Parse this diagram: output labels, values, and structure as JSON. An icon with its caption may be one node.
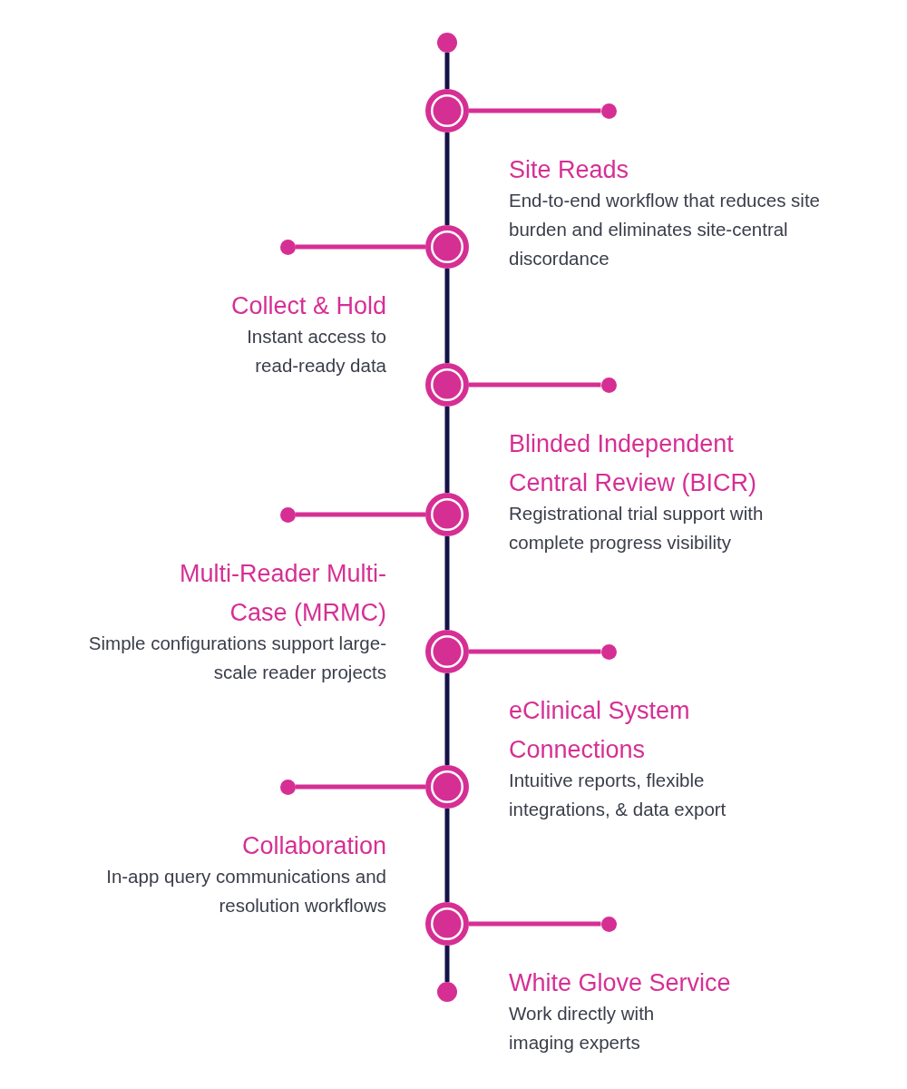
{
  "diagram": {
    "nodes": [
      {
        "text": [],
        "shape": "circle"
      },
      {
        "text": [],
        "shape": "circle",
        "beside": [
          "Site Reads",
          "End-to-end workflow that reduces site burden and eliminates site-central discordance"
        ]
      },
      {
        "text": [],
        "shape": "circle"
      },
      {
        "text": [],
        "shape": "circle",
        "beside": [
          "Collect & Hold",
          "Instant access to read-ready data"
        ]
      },
      {
        "text": [],
        "shape": "circle"
      },
      {
        "text": [],
        "shape": "circle",
        "beside": [
          "Blinded Independent Central Review (BICR)",
          "Registrational trial support with complete progress visibility"
        ]
      },
      {
        "text": [],
        "shape": "circle"
      },
      {
        "text": [],
        "shape": "circle",
        "beside": [
          "Multi-Reader Multi-Case (MRMC)",
          "Simple configurations support large-scale reader projects"
        ]
      },
      {
        "text": [],
        "shape": "circle"
      },
      {
        "text": [],
        "shape": "circle",
        "beside": [
          "eClinical System Connections",
          "Intuitive reports, flexible integrations, & data export"
        ]
      },
      {
        "text": [],
        "shape": "circle"
      },
      {
        "text": [],
        "shape": "circle",
        "beside": [
          "Collaboration",
          "In-app query communications and resolution workflows"
        ]
      },
      {
        "text": [],
        "shape": "circle"
      },
      {
        "text": [],
        "shape": "circle",
        "beside": [
          "White Glove Service",
          "Work directly with imaging experts"
        ]
      },
      {
        "text": [],
        "shape": "circle"
      },
      {
        "text": [],
        "shape": "circle"
      }
    ],
    "edges": [
      {
        "from": 0,
        "to": 1,
        "arrow": "none"
      },
      {
        "from": 1,
        "to": 2,
        "arrow": "none",
        "color": "#d62f94"
      },
      {
        "from": 1,
        "to": 3,
        "arrow": "none"
      },
      {
        "from": 3,
        "to": 4,
        "arrow": "none",
        "color": "#d62f94"
      },
      {
        "from": 3,
        "to": 5,
        "arrow": "none"
      },
      {
        "from": 5,
        "to": 6,
        "arrow": "none",
        "color": "#d62f94"
      },
      {
        "from": 5,
        "to": 7,
        "arrow": "none"
      },
      {
        "from": 7,
        "to": 8,
        "arrow": "none",
        "color": "#d62f94"
      },
      {
        "from": 7,
        "to": 9,
        "arrow": "none"
      },
      {
        "from": 9,
        "to": 10,
        "arrow": "none",
        "color": "#d62f94"
      },
      {
        "from": 9,
        "to": 11,
        "arrow": "none"
      },
      {
        "from": 11,
        "to": 12,
        "arrow": "none",
        "color": "#d62f94"
      },
      {
        "from": 11,
        "to": 13,
        "arrow": "none"
      },
      {
        "from": 13,
        "to": 14,
        "arrow": "none",
        "color": "#d62f94"
      },
      {
        "from": 13,
        "to": 15,
        "arrow": "none"
      }
    ]
  }
}
